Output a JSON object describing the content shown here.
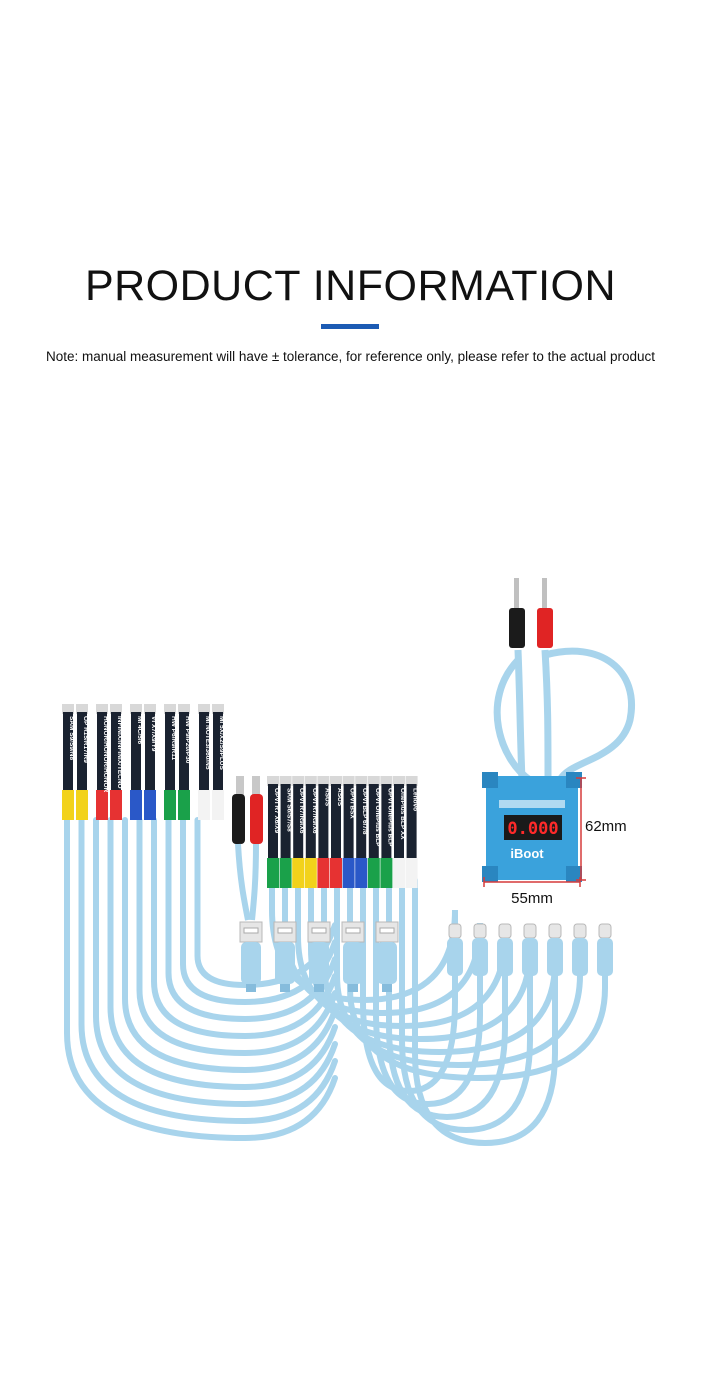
{
  "header": {
    "title": "PRODUCT INFORMATION",
    "note": "Note: manual measurement will have ± tolerance, for reference only, please refer to the actual product"
  },
  "dimensions": {
    "height": "62mm",
    "width": "55mm"
  },
  "device": {
    "display": "0.000",
    "brand": "iBoot"
  },
  "tips": [
    {
      "label": "SAM S9/S9/N8",
      "band": "#f2d21b"
    },
    {
      "label": "OP R15/R17/R9",
      "band": "#f2d21b"
    },
    {
      "label": "HONOR/HONOR/HONOR",
      "band": "#e63232"
    },
    {
      "label": "INFINIX/INFINIX/TECNO",
      "band": "#e63232"
    },
    {
      "label": "MI 4C/5/6",
      "band": "#2a58c8"
    },
    {
      "label": "VI X7/X9/Y9",
      "band": "#2a58c8"
    },
    {
      "label": "HW P6/R9/R11",
      "band": "#1aa14a"
    },
    {
      "label": "HW P9/P20/P30",
      "band": "#1aa14a"
    },
    {
      "label": "MI NOTE3/360/N5",
      "band": "#f3f3f3"
    },
    {
      "label": "MI 5X/X2/S9PLUS",
      "band": "#f3f3f3"
    }
  ],
  "tips_right": [
    {
      "label": "OPVI R7 X6/X9",
      "band": "#1aa14a"
    },
    {
      "label": "SAM S6/S7/S8",
      "band": "#1aa14a"
    },
    {
      "label": "OPVI R7/R9/X6",
      "band": "#f2d21b"
    },
    {
      "label": "OPVI R7/R9/X6",
      "band": "#f2d21b"
    },
    {
      "label": "ASUS",
      "band": "#e63232"
    },
    {
      "label": "ASUS",
      "band": "#e63232"
    },
    {
      "label": "OPVI BSX",
      "band": "#2a58c8"
    },
    {
      "label": "OPVI BLP 6/7/8",
      "band": "#2a58c8"
    },
    {
      "label": "OPVI OnePlus BLP",
      "band": "#1aa14a"
    },
    {
      "label": "OPVI OnePlus BLP",
      "band": "#1aa14a"
    },
    {
      "label": "OnePlus BLP XX",
      "band": "#f3f3f3"
    },
    {
      "label": "Lenovo",
      "band": "#f3f3f3"
    }
  ],
  "colors": {
    "cable": "#a8d4ec",
    "cable_dark": "#86bcdc",
    "tip_pcb": "#1a2230",
    "device_body": "#3aa2dc",
    "accent": "#1c5bb4"
  }
}
